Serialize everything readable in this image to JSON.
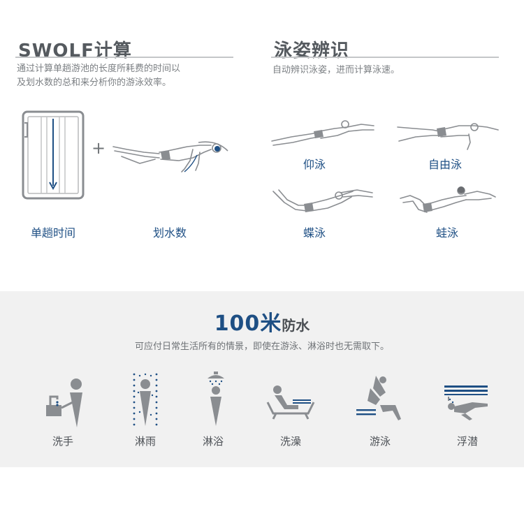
{
  "swolf": {
    "title": "SWOLF计算",
    "description_line1": "通过计算单趟游池的长度所耗费的时间以",
    "description_line2": "及划水数的总和来分析你的游泳效率。",
    "plus": "+",
    "label_lap_time": "单趟时间",
    "label_strokes": "划水数"
  },
  "stroke_recognition": {
    "title": "泳姿辨识",
    "description": "自动辨识泳姿，进而计算泳速。",
    "strokes": [
      {
        "label": "仰泳"
      },
      {
        "label": "自由泳"
      },
      {
        "label": "蝶泳"
      },
      {
        "label": "蛙泳"
      }
    ]
  },
  "waterproof": {
    "number": "100",
    "unit": "米",
    "title_suffix": "防水",
    "description": "可应付日常生活所有的情景，即使在游泳、淋浴时也无需取下。",
    "scenarios": [
      {
        "label": "洗手",
        "icon": "hand-washing-icon"
      },
      {
        "label": "淋雨",
        "icon": "rain-icon"
      },
      {
        "label": "淋浴",
        "icon": "shower-icon"
      },
      {
        "label": "洗澡",
        "icon": "bath-icon"
      },
      {
        "label": "游泳",
        "icon": "diving-icon"
      },
      {
        "label": "浮潜",
        "icon": "snorkeling-icon"
      }
    ]
  },
  "colors": {
    "accent_blue": "#1e4f84",
    "heading_gray": "#555a5f",
    "icon_gray": "#8a8d91",
    "band_background": "#f1f1f1"
  }
}
